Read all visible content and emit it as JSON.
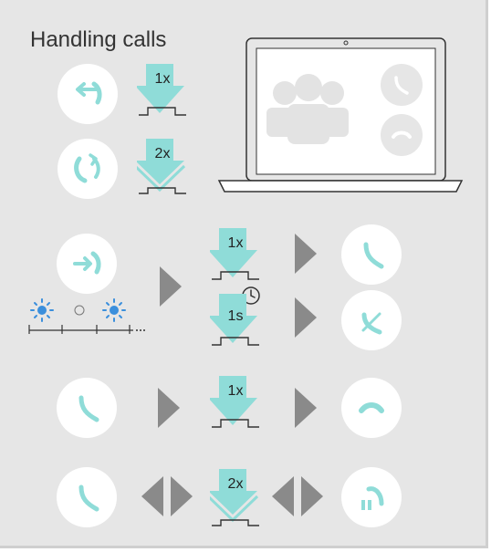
{
  "title": "Handling calls",
  "labels": {
    "press_1x_a": "1x",
    "press_2x_a": "2x",
    "press_1x_b": "1x",
    "press_1s": "1s",
    "press_1x_c": "1x",
    "press_2x_b": "2x"
  },
  "colors": {
    "accent": "#8fdcd8",
    "accent_dark": "#5cc8c4",
    "background": "#e6e6e6",
    "circle": "#ffffff",
    "arrow_gray": "#8a8a8a",
    "led_blue": "#3b8fdc"
  },
  "icons": {
    "transfer": "phone-transfer-out-icon",
    "redial": "phone-redial-icon",
    "incoming": "phone-incoming-icon",
    "accept": "phone-accept-icon",
    "reject": "phone-reject-icon",
    "handset": "phone-handset-icon",
    "hangup": "phone-hangup-icon",
    "hold": "phone-hold-icon",
    "clock": "clock-icon",
    "laptop": "laptop-icon"
  }
}
